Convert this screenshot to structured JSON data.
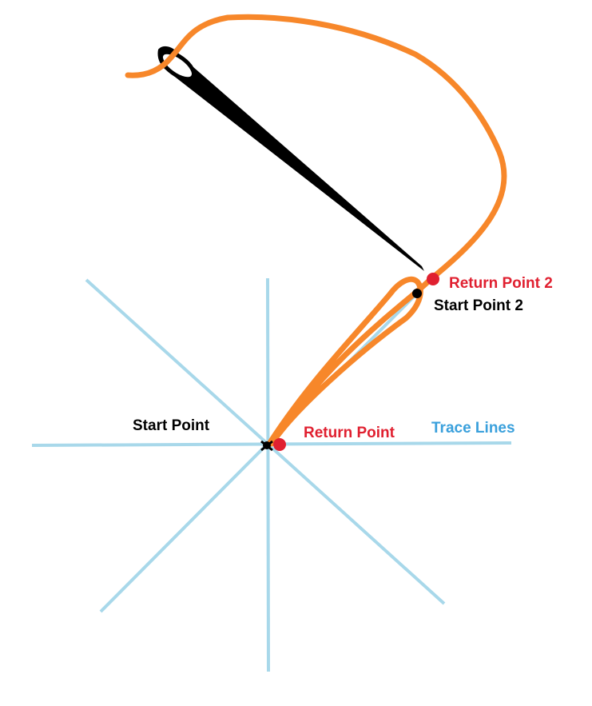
{
  "colors": {
    "trace_line": "#a8d8ea",
    "thread": "#f7872a",
    "needle": "#000000",
    "return_point": "#e02030",
    "start_point": "#000000",
    "label_black": "#000000",
    "label_red": "#e02030",
    "label_blue": "#3aa0dc"
  },
  "labels": {
    "start_point": "Start Point",
    "return_point": "Return Point",
    "trace_lines": "Trace Lines",
    "return_point_2": "Return Point 2",
    "start_point_2": "Start Point 2"
  },
  "icons": {
    "needle": "sewing-needle-icon",
    "return_marker": "red-dot-icon",
    "start_marker": "black-dot-icon"
  }
}
